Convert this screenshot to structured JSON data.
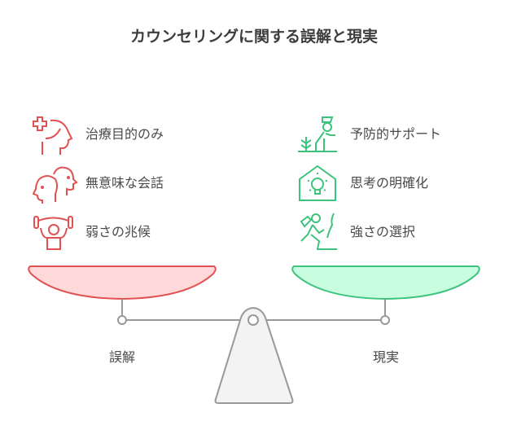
{
  "title": "カウンセリングに関する誤解と現実",
  "misconceptions": {
    "label": "誤解",
    "color": "#e05252",
    "fill": "#ffd9d9",
    "items": [
      {
        "text": "治療目的のみ",
        "icon": "head-medical-cross-icon"
      },
      {
        "text": "無意味な会話",
        "icon": "two-heads-talking-icon"
      },
      {
        "text": "弱さの兆候",
        "icon": "person-lifting-weight-icon"
      }
    ]
  },
  "reality": {
    "label": "現実",
    "color": "#3cc47c",
    "fill": "#c8fde0",
    "items": [
      {
        "text": "予防的サポート",
        "icon": "gardener-plant-icon"
      },
      {
        "text": "思考の明確化",
        "icon": "lightbulb-house-icon"
      },
      {
        "text": "強さの選択",
        "icon": "climber-icon"
      }
    ]
  }
}
